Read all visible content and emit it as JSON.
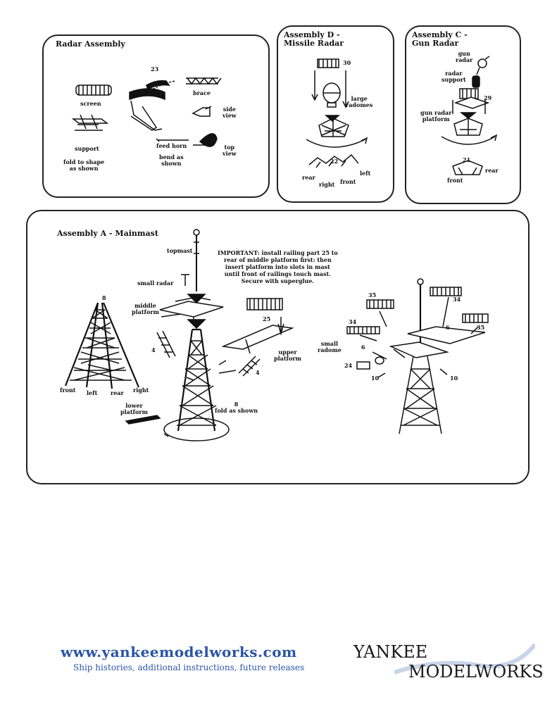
{
  "radar_assembly": {
    "title": "Radar Assembly",
    "labels": {
      "screen": "screen",
      "support": "support",
      "fold": "fold to shape\nas shown",
      "part23": "23",
      "brace": "brace",
      "side_view": "side\nview",
      "feed_horn": "feed horn",
      "bend": "bend as\nshown",
      "top_view": "top\nview"
    }
  },
  "assembly_d": {
    "title": "Assembly D -\nMissile Radar",
    "labels": {
      "part30": "30",
      "large_radomes": "large\nradomes",
      "part22": "22",
      "rear": "rear",
      "left": "left",
      "right": "right",
      "front": "front"
    }
  },
  "assembly_c": {
    "title": "Assembly C -\nGun Radar",
    "labels": {
      "gun_radar": "gun\nradar",
      "radar_support": "radar\nsupport",
      "part29": "29",
      "gun_radar_platform": "gun radar\nplatform",
      "part21": "21",
      "rear": "rear",
      "front": "front"
    }
  },
  "assembly_a": {
    "title": "Assembly A - Mainmast",
    "important": "IMPORTANT: install railing part 25 to\nrear of middle platform first: then\ninsert platform into slots in mast\nuntil front of railings touch mast.\nSecure with superglue.",
    "labels": {
      "topmast": "topmast",
      "small_radar": "small radar",
      "middle_platform": "middle\nplatform",
      "part8_top": "8",
      "part25": "25",
      "part4_left": "4",
      "part4_right": "4",
      "upper_platform": "upper\nplatform",
      "front": "front",
      "left": "left",
      "rear": "rear",
      "right": "right",
      "lower_platform": "lower\nplatform",
      "part8_fold": "8\nfold as shown",
      "part35_left": "35",
      "part34_right": "34",
      "part34_left": "34",
      "part6_right": "6",
      "part35_right": "35",
      "small_radome": "small\nradome",
      "part6_left": "6",
      "part24": "24",
      "part10_left": "10",
      "part10_right": "10"
    }
  },
  "footer": {
    "url": "www.yankeemodelworks.com",
    "tagline": "Ship histories, additional instructions, future releases",
    "logo_line1": "YANKEE",
    "logo_line2": "MODELWORKS"
  },
  "colors": {
    "footer_blue": "#2b55a8",
    "ink": "#111111"
  }
}
